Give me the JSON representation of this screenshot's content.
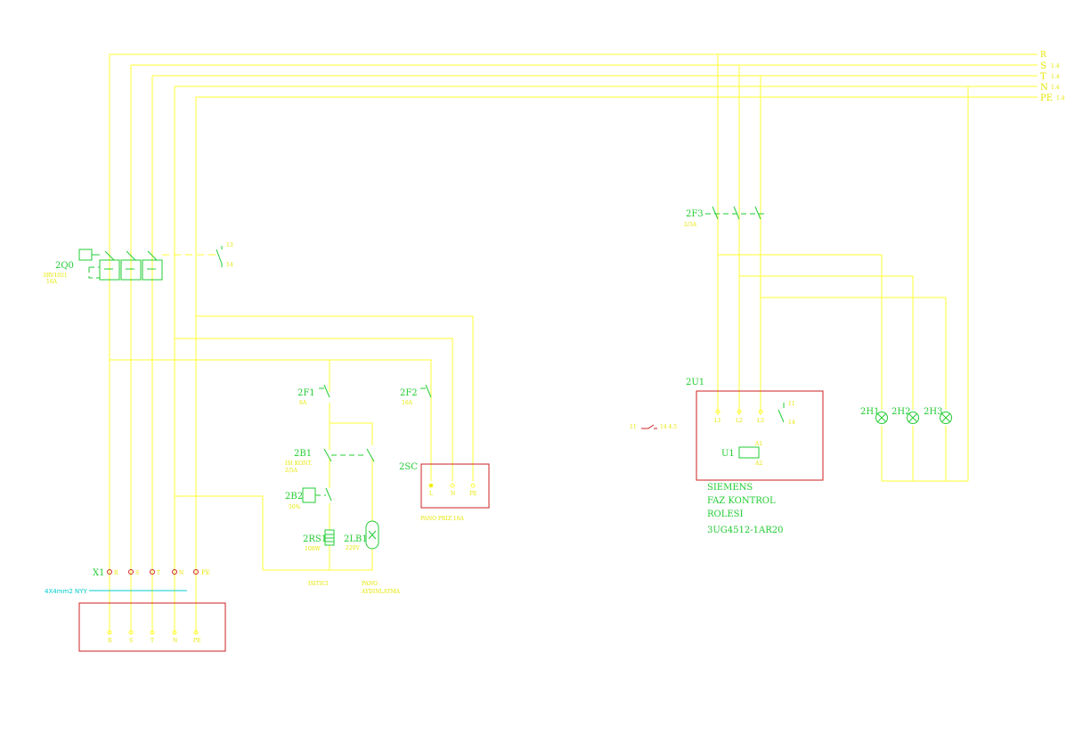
{
  "bus": {
    "phases": [
      "S",
      "T",
      "N",
      "PE"
    ],
    "phase_suffix": "1.4"
  },
  "breakers": {
    "main": {
      "tag": "2Q0",
      "rating_line1": "3RV1021",
      "rating_line2": "16A",
      "aux_no": "13",
      "aux_nc": "14"
    },
    "f1": {
      "tag": "2F1",
      "rating": "6A"
    },
    "f2": {
      "tag": "2F2",
      "rating": "16A"
    },
    "f3": {
      "tag": "2F3",
      "rating": "2/3A"
    }
  },
  "heater": {
    "thermostat_tag": "2B1",
    "thermostat_note1": "ISI KONT.",
    "thermostat_note2": "2/5A",
    "hygro_tag": "2B2",
    "hygro_note": "50%",
    "resistor_tag": "2RS1",
    "resistor_note": "100W",
    "lamp_tag": "2LB1",
    "lamp_note": "220V",
    "caption_left": "ISITICI",
    "caption_right1": "PANO",
    "caption_right2": "AYDINLATMA"
  },
  "socket": {
    "tag": "2SC",
    "pins": [
      "L",
      "N",
      "PE"
    ],
    "caption": "PANO PRIZ 16A"
  },
  "phase_relay": {
    "tag": "2U1",
    "inner_tag": "U1",
    "inputs": [
      "L1",
      "L2",
      "L3"
    ],
    "contacts": [
      "11",
      "14"
    ],
    "coil": [
      "A1",
      "A2"
    ],
    "ref_left": "11",
    "ref_right": "14 4.5",
    "caption_lines": [
      "SIEMENS",
      "FAZ KONTROL",
      "ROLESI",
      "3UG4512-1AR20"
    ]
  },
  "lamps": [
    "2H1",
    "2H2",
    "2H3"
  ],
  "terminal": {
    "tag": "X1",
    "pins": [
      "R",
      "S",
      "T",
      "N",
      "PE"
    ],
    "cable": "4X4mm2  NYY"
  },
  "colors": {
    "wire": "#ffff33",
    "symbol": "#22cc33",
    "box": "#cc2222",
    "cable": "#00cccc"
  }
}
